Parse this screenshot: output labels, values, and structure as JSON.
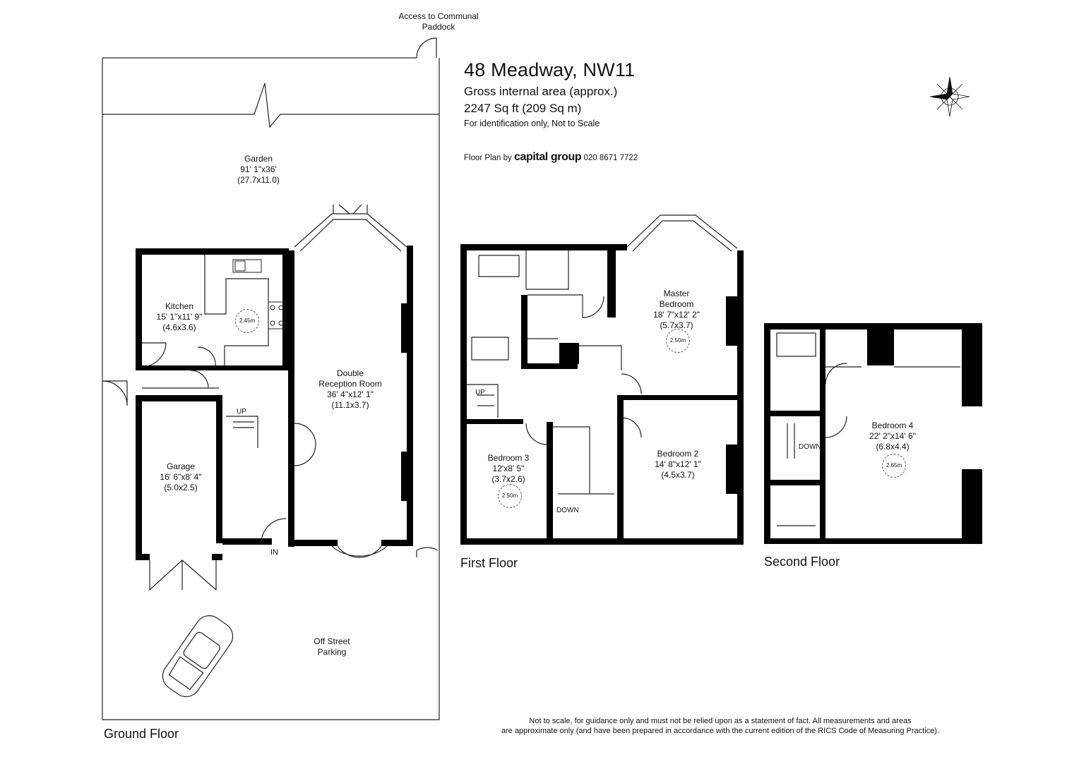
{
  "header": {
    "title": "48 Meadway, NW11",
    "area_label": "Gross internal area (approx.)",
    "area_value": "2247 Sq ft (209 Sq m)",
    "note": "For identification only, Not to Scale",
    "credit_prefix": "Floor Plan by",
    "credit_brand": "capital group",
    "credit_phone": "020 8671 7722"
  },
  "labels": {
    "access": "Access to Communal Paddock",
    "garden": {
      "name": "Garden",
      "imperial": "91' 1\"x36'",
      "metric": "(27.7x11.0)"
    },
    "kitchen": {
      "name": "Kitchen",
      "imperial": "15' 1\"x11' 9\"",
      "metric": "(4.6x3.6)",
      "ceiling": "2.45m"
    },
    "reception": {
      "name1": "Double",
      "name2": "Reception Room",
      "imperial": "36' 4\"x12' 1\"",
      "metric": "(11.1x3.7)"
    },
    "garage": {
      "name": "Garage",
      "imperial": "16' 6\"x8' 4\"",
      "metric": "(5.0x2.5)"
    },
    "parking": {
      "line1": "Off Street",
      "line2": "Parking"
    },
    "master": {
      "name1": "Master",
      "name2": "Bedroom",
      "imperial": "18' 7\"x12' 2\"",
      "metric": "(5.7x3.7)",
      "ceiling": "2.50m"
    },
    "bed2": {
      "name": "Bedroom 2",
      "imperial": "14' 8\"x12' 1\"",
      "metric": "(4.5x3.7)"
    },
    "bed3": {
      "name": "Bedroom 3",
      "imperial": "12'x8' 5\"",
      "metric": "(3.7x2.6)",
      "ceiling": "2.50m"
    },
    "bed4": {
      "name": "Bedroom 4",
      "imperial": "22' 2\"x14' 6\"",
      "metric": "(6.8x4.4)",
      "ceiling": "2.65m"
    },
    "up": "UP",
    "down": "DOWN",
    "in": "IN"
  },
  "floors": {
    "ground": "Ground Floor",
    "first": "First Floor",
    "second": "Second Floor"
  },
  "disclaimer": {
    "line1": "Not to scale, for guidance only and must not be relied upon as a statement of fact.  All measurements and areas",
    "line2": "are approximate only (and have been prepared in accordance with the current edition of the RICS Code of Measuring Practice)."
  },
  "icons": {
    "compass": "compass-rose-icon",
    "car": "car-icon"
  },
  "colors": {
    "wall": "#000000",
    "line": "#222222",
    "background": "#ffffff"
  }
}
